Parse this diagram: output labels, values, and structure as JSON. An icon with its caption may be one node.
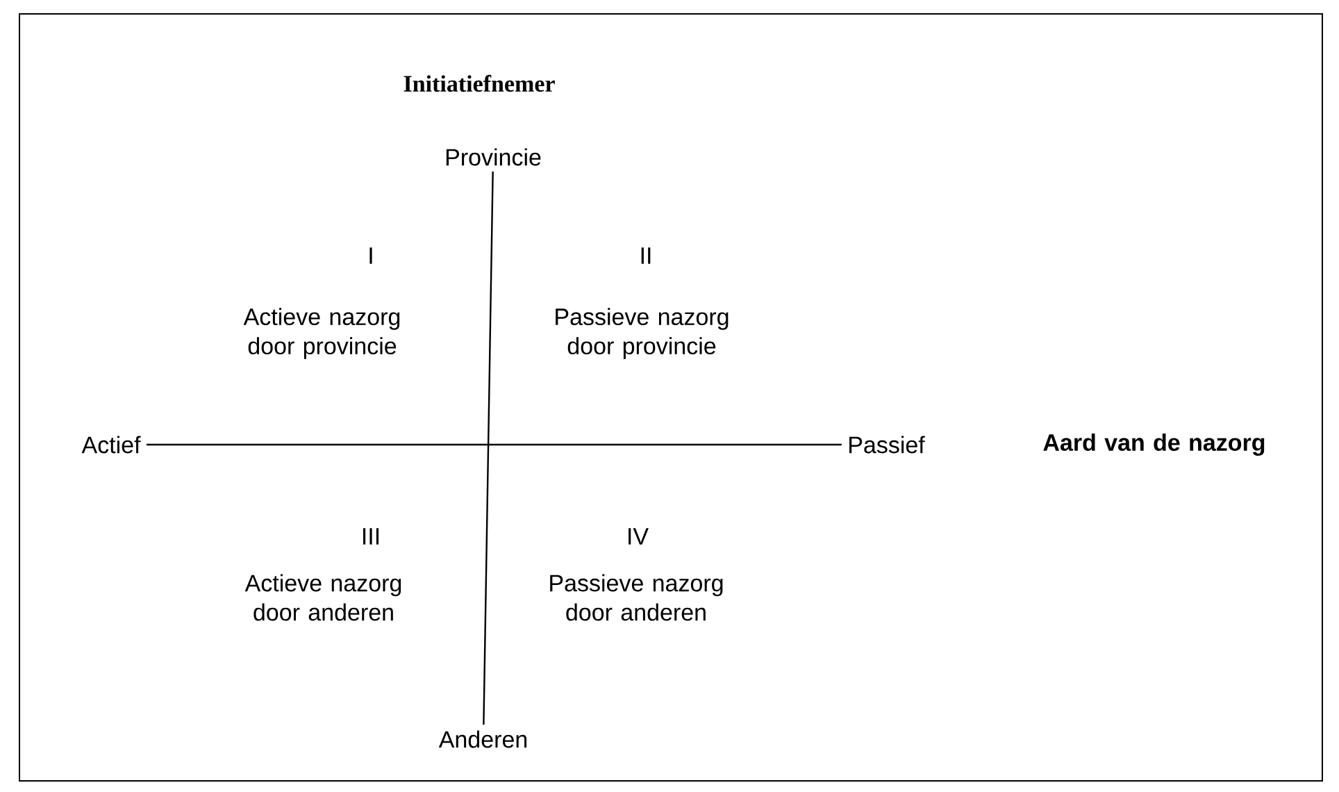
{
  "diagram": {
    "nodes": [
      {
        "text": [
          "Provincie"
        ]
      },
      {
        "text": [
          "Actief"
        ]
      },
      {
        "text": [
          "Passief"
        ]
      },
      {
        "text": [
          "Anderen"
        ]
      }
    ],
    "edges": [
      {
        "from": 1,
        "to": 2,
        "arrow": "none"
      },
      {
        "from": 0,
        "to": 3,
        "arrow": "none"
      }
    ],
    "labels": [
      "Initiatiefnemer",
      "I",
      "Actieve nazorg door provincie",
      "II",
      "Passieve nazorg door provincie",
      "Aard van de nazorg",
      "III",
      "Actieve nazorg door anderen",
      "IV",
      "Passieve nazorg door anderen"
    ]
  }
}
